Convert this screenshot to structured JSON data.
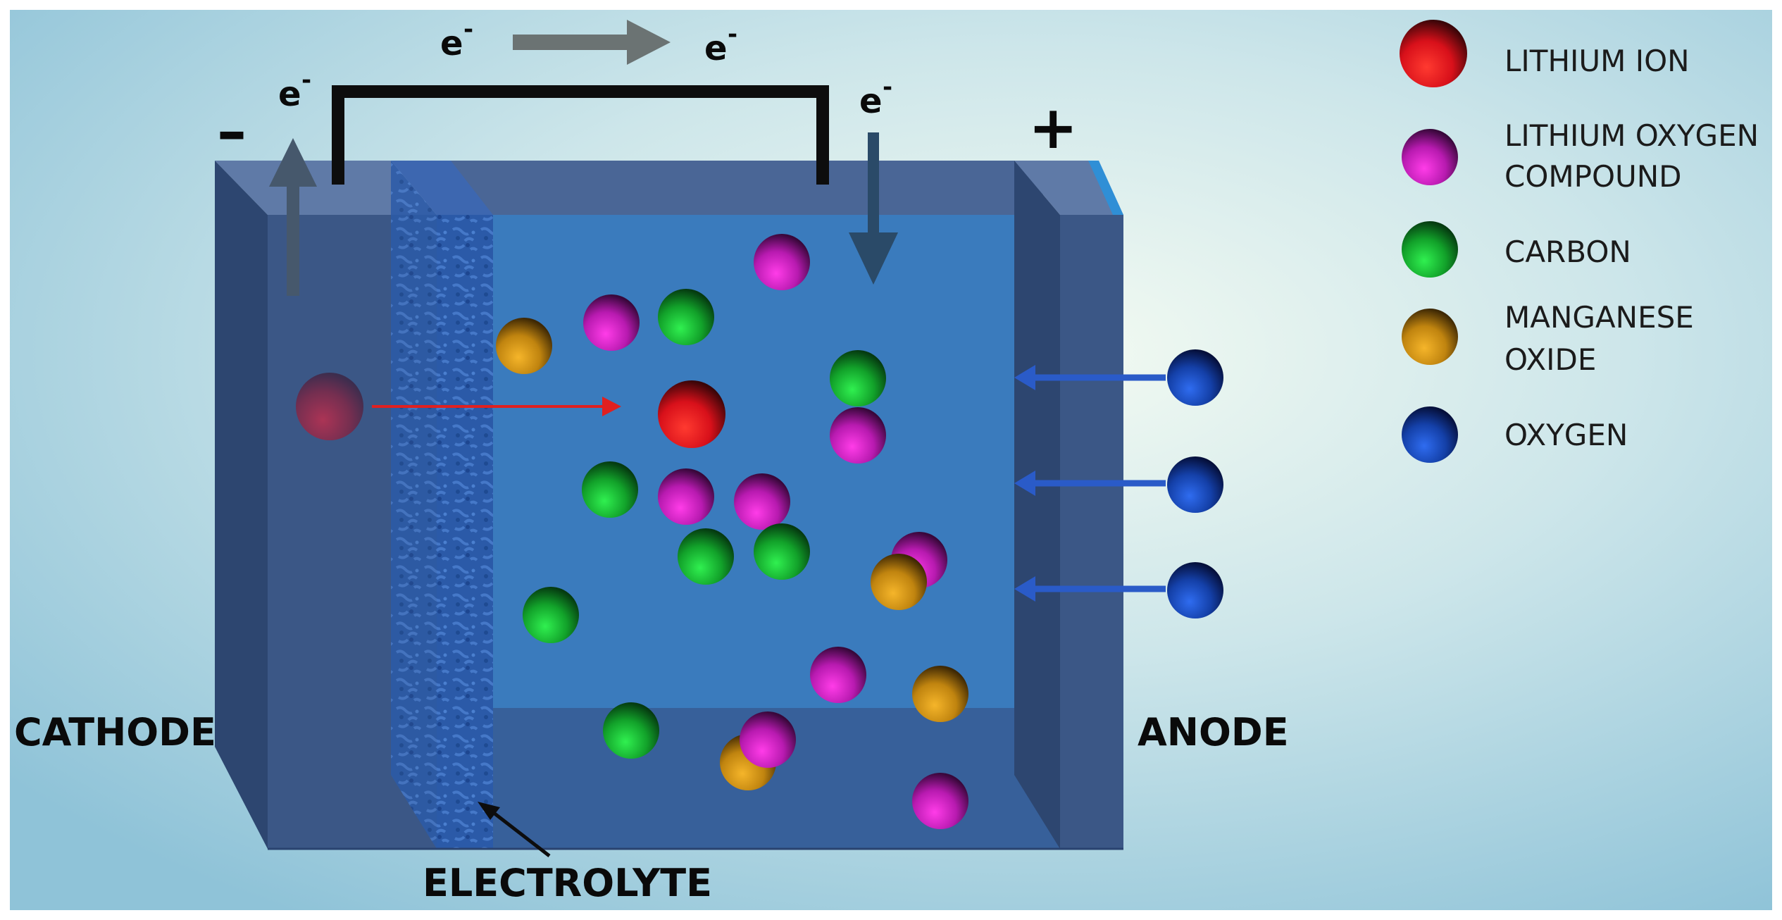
{
  "labels": {
    "cathode": "CATHODE",
    "anode": "ANODE",
    "electrolyte": "ELECTROLYTE",
    "negative": "–",
    "positive": "+",
    "electron": "e",
    "electron_charge": "-"
  },
  "legend": [
    {
      "lines": [
        "LITHIUM ION"
      ],
      "color": "#e0141a",
      "icon": "lithium-ion-sphere-icon"
    },
    {
      "lines": [
        "LITHIUM OXYGEN",
        "COMPOUND"
      ],
      "color": "#b21aa8",
      "icon": "lithium-oxygen-compound-sphere-icon"
    },
    {
      "lines": [
        "CARBON"
      ],
      "color": "#14a82a",
      "icon": "carbon-sphere-icon"
    },
    {
      "lines": [
        "MANGANESE",
        "OXIDE"
      ],
      "color": "#c2850f",
      "icon": "manganese-oxide-sphere-icon"
    },
    {
      "lines": [
        "OXYGEN"
      ],
      "color": "#1440a8",
      "icon": "oxygen-sphere-icon"
    }
  ],
  "colors": {
    "cell_body": "#3b5786",
    "cell_interior": "#3a7bbd",
    "electrolyte": "#2a5aa6",
    "arrow_grey": "#6b7373",
    "arrow_dark": "#2a4a68",
    "arrow_red": "#e02020",
    "arrow_blue": "#2a5bc8"
  }
}
